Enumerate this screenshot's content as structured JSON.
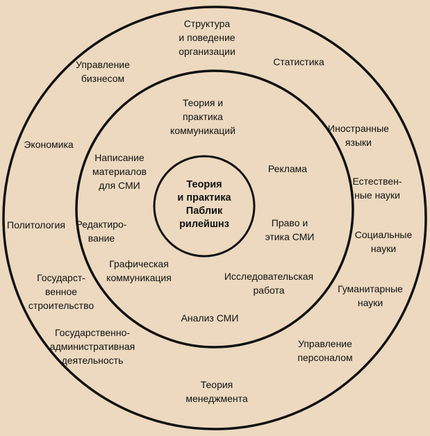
{
  "colors": {
    "background": "#ecd9bf",
    "ink": "#111111"
  },
  "core": {
    "lines": [
      "Теория",
      "и практика",
      "Паблик",
      "рилейшнз"
    ]
  },
  "inner_ring": [
    {
      "id": "theory-comm",
      "lines": [
        "Теория и",
        "практика",
        "коммуникаций"
      ]
    },
    {
      "id": "advertising",
      "lines": [
        "Реклама"
      ]
    },
    {
      "id": "law-ethics",
      "lines": [
        "Право и",
        "этика СМИ"
      ]
    },
    {
      "id": "research",
      "lines": [
        "Исследовательская",
        "работа"
      ]
    },
    {
      "id": "media-analysis",
      "lines": [
        "Анализ СМИ"
      ]
    },
    {
      "id": "graphic-comm",
      "lines": [
        "Графическая",
        "коммуникация"
      ]
    },
    {
      "id": "editing",
      "lines": [
        "Редактиро-",
        "вание"
      ]
    },
    {
      "id": "writing",
      "lines": [
        "Написание",
        "материалов",
        "для СМИ"
      ]
    }
  ],
  "outer_ring": [
    {
      "id": "org-structure",
      "lines": [
        "Структура",
        "и поведение",
        "организации"
      ]
    },
    {
      "id": "statistics",
      "lines": [
        "Статистика"
      ]
    },
    {
      "id": "foreign-lang",
      "lines": [
        "Иностранные",
        "языки"
      ]
    },
    {
      "id": "natural-sci",
      "lines": [
        "Естествен-",
        "ные науки"
      ]
    },
    {
      "id": "social-sci",
      "lines": [
        "Социальные",
        "науки"
      ]
    },
    {
      "id": "humanities",
      "lines": [
        "Гуманитарные",
        "науки"
      ]
    },
    {
      "id": "hr-management",
      "lines": [
        "Управление",
        "персоналом"
      ]
    },
    {
      "id": "mgmt-theory",
      "lines": [
        "Теория",
        "менеджмента"
      ]
    },
    {
      "id": "public-admin",
      "lines": [
        "Государственно-",
        "административная",
        "деятельность"
      ]
    },
    {
      "id": "state-building",
      "lines": [
        "Государст-",
        "венное",
        "строительство"
      ]
    },
    {
      "id": "political-sci",
      "lines": [
        "Политология"
      ]
    },
    {
      "id": "economics",
      "lines": [
        "Экономика"
      ]
    },
    {
      "id": "business-mgmt",
      "lines": [
        "Управление",
        "бизнесом"
      ]
    }
  ]
}
